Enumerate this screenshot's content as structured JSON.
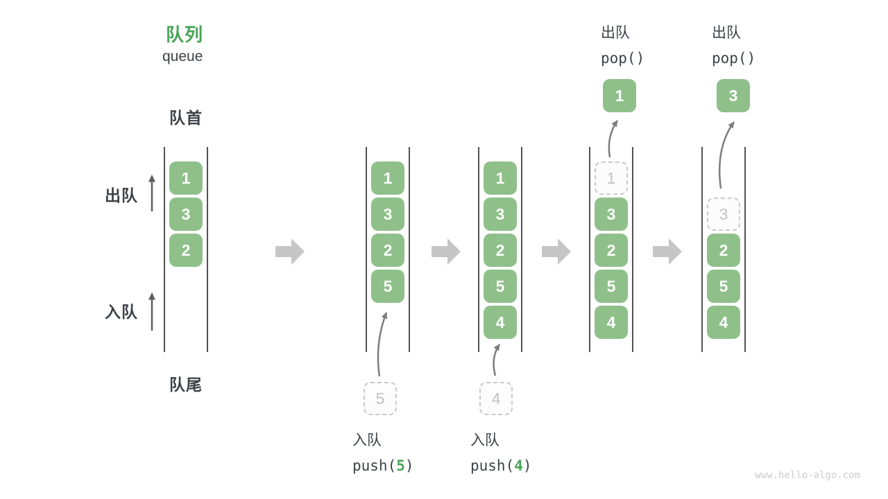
{
  "title": {
    "zh": "队列",
    "en": "queue"
  },
  "labels": {
    "front": "队首",
    "rear": "队尾",
    "dequeue_side": "出队",
    "enqueue_side": "入队"
  },
  "operations": {
    "push": [
      {
        "label": "入队",
        "fn_open": "push(",
        "arg": "5",
        "fn_close": ")"
      },
      {
        "label": "入队",
        "fn_open": "push(",
        "arg": "4",
        "fn_close": ")"
      }
    ],
    "pop": [
      {
        "label": "出队",
        "fn": "pop()"
      },
      {
        "label": "出队",
        "fn": "pop()"
      }
    ]
  },
  "columns": [
    {
      "cells": [
        {
          "slot": 0,
          "value": "1",
          "type": "solid"
        },
        {
          "slot": 1,
          "value": "3",
          "type": "solid"
        },
        {
          "slot": 2,
          "value": "2",
          "type": "solid"
        }
      ]
    },
    {
      "cells": [
        {
          "slot": 0,
          "value": "1",
          "type": "solid"
        },
        {
          "slot": 1,
          "value": "3",
          "type": "solid"
        },
        {
          "slot": 2,
          "value": "2",
          "type": "solid"
        },
        {
          "slot": 3,
          "value": "5",
          "type": "solid"
        }
      ],
      "incoming": {
        "value": "5"
      }
    },
    {
      "cells": [
        {
          "slot": 0,
          "value": "1",
          "type": "solid"
        },
        {
          "slot": 1,
          "value": "3",
          "type": "solid"
        },
        {
          "slot": 2,
          "value": "2",
          "type": "solid"
        },
        {
          "slot": 3,
          "value": "5",
          "type": "solid"
        },
        {
          "slot": 4,
          "value": "4",
          "type": "solid"
        }
      ],
      "incoming": {
        "value": "4"
      }
    },
    {
      "cells": [
        {
          "slot": 0,
          "value": "1",
          "type": "dashed"
        },
        {
          "slot": 1,
          "value": "3",
          "type": "solid"
        },
        {
          "slot": 2,
          "value": "2",
          "type": "solid"
        },
        {
          "slot": 3,
          "value": "5",
          "type": "solid"
        },
        {
          "slot": 4,
          "value": "4",
          "type": "solid"
        }
      ],
      "popped": {
        "value": "1"
      }
    },
    {
      "cells": [
        {
          "slot": 1,
          "value": "3",
          "type": "dashed"
        },
        {
          "slot": 2,
          "value": "2",
          "type": "solid"
        },
        {
          "slot": 3,
          "value": "5",
          "type": "solid"
        },
        {
          "slot": 4,
          "value": "4",
          "type": "solid"
        }
      ],
      "popped": {
        "value": "3"
      }
    }
  ],
  "watermark": "www.hello-algo.com",
  "colors": {
    "accent_green": "#47A355",
    "cell_green": "#8FC08A",
    "dark_text": "#3D4247",
    "block_arrow_gray": "#c6c6c6",
    "thin_arrow_gray": "#6b6b6b",
    "dashed_gray": "#c9c9c9"
  }
}
